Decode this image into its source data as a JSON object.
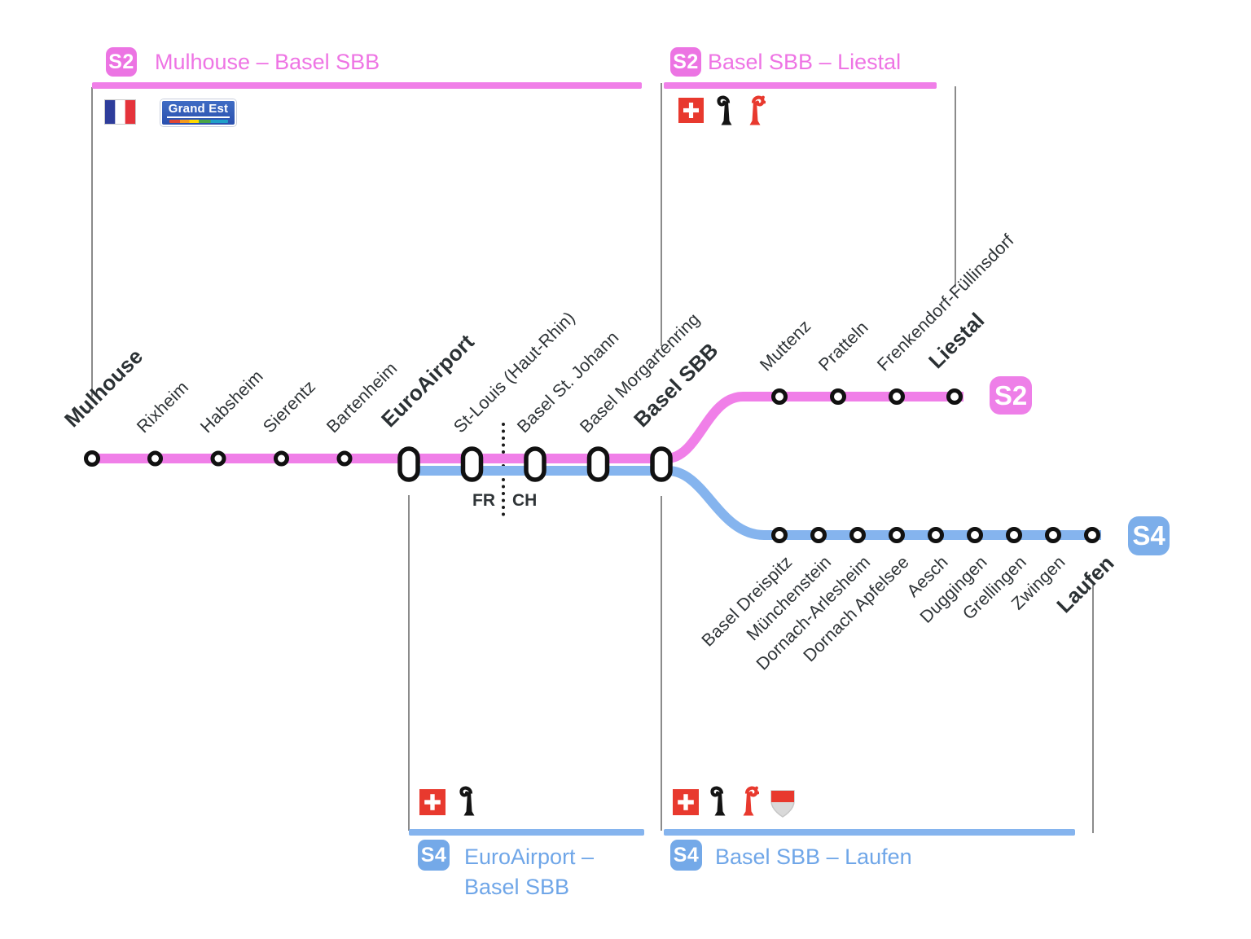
{
  "headers": {
    "top_left": {
      "badge": "S2",
      "title": "Mulhouse – Basel SBB"
    },
    "top_right": {
      "badge": "S2",
      "title": "Basel SBB – Liestal"
    },
    "bottom_left": {
      "badge": "S4",
      "title_line1": "EuroAirport –",
      "title_line2": "Basel SBB"
    },
    "bottom_right": {
      "badge": "S4",
      "title": "Basel SBB – Laufen"
    }
  },
  "line_end_badges": {
    "s2": "S2",
    "s4": "S4"
  },
  "border_labels": {
    "fr": "FR",
    "ch": "CH"
  },
  "logos": {
    "grand_est": "Grand Est"
  },
  "icons": {
    "top_left": [
      "flag-france",
      "logo-grand-est"
    ],
    "top_right": [
      "flag-switzerland",
      "arms-basel-stadt",
      "arms-basel-landschaft"
    ],
    "bottom_left": [
      "flag-switzerland",
      "arms-basel-stadt"
    ],
    "bottom_right": [
      "flag-switzerland",
      "arms-basel-stadt",
      "arms-basel-landschaft",
      "arms-solothurn"
    ]
  },
  "stations": {
    "main": [
      "Mulhouse",
      "Rixheim",
      "Habsheim",
      "Sierentz",
      "Bartenheim",
      "EuroAirport",
      "St-Louis (Haut-Rhin)",
      "Basel St. Johann",
      "Basel Morgartenring",
      "Basel SBB"
    ],
    "s2_branch": [
      "Muttenz",
      "Pratteln",
      "Frenkendorf-Füllinsdorf",
      "Liestal"
    ],
    "s4_branch": [
      "Basel Dreispitz",
      "Münchenstein",
      "Dornach-Arlesheim",
      "Dornach Apfelsee",
      "Aesch",
      "Duggingen",
      "Grellingen",
      "Zwingen",
      "Laufen"
    ]
  },
  "colors": {
    "s2_pink_badge": "#EC74E3",
    "s2_pink_line": "#F07FE8",
    "s4_blue_badge": "#74A9E8",
    "s4_blue_line": "#85B4EE",
    "swiss_red": "#E8392E",
    "label_dark": "#2F3437",
    "connector_gray": "#8B8B8B"
  }
}
